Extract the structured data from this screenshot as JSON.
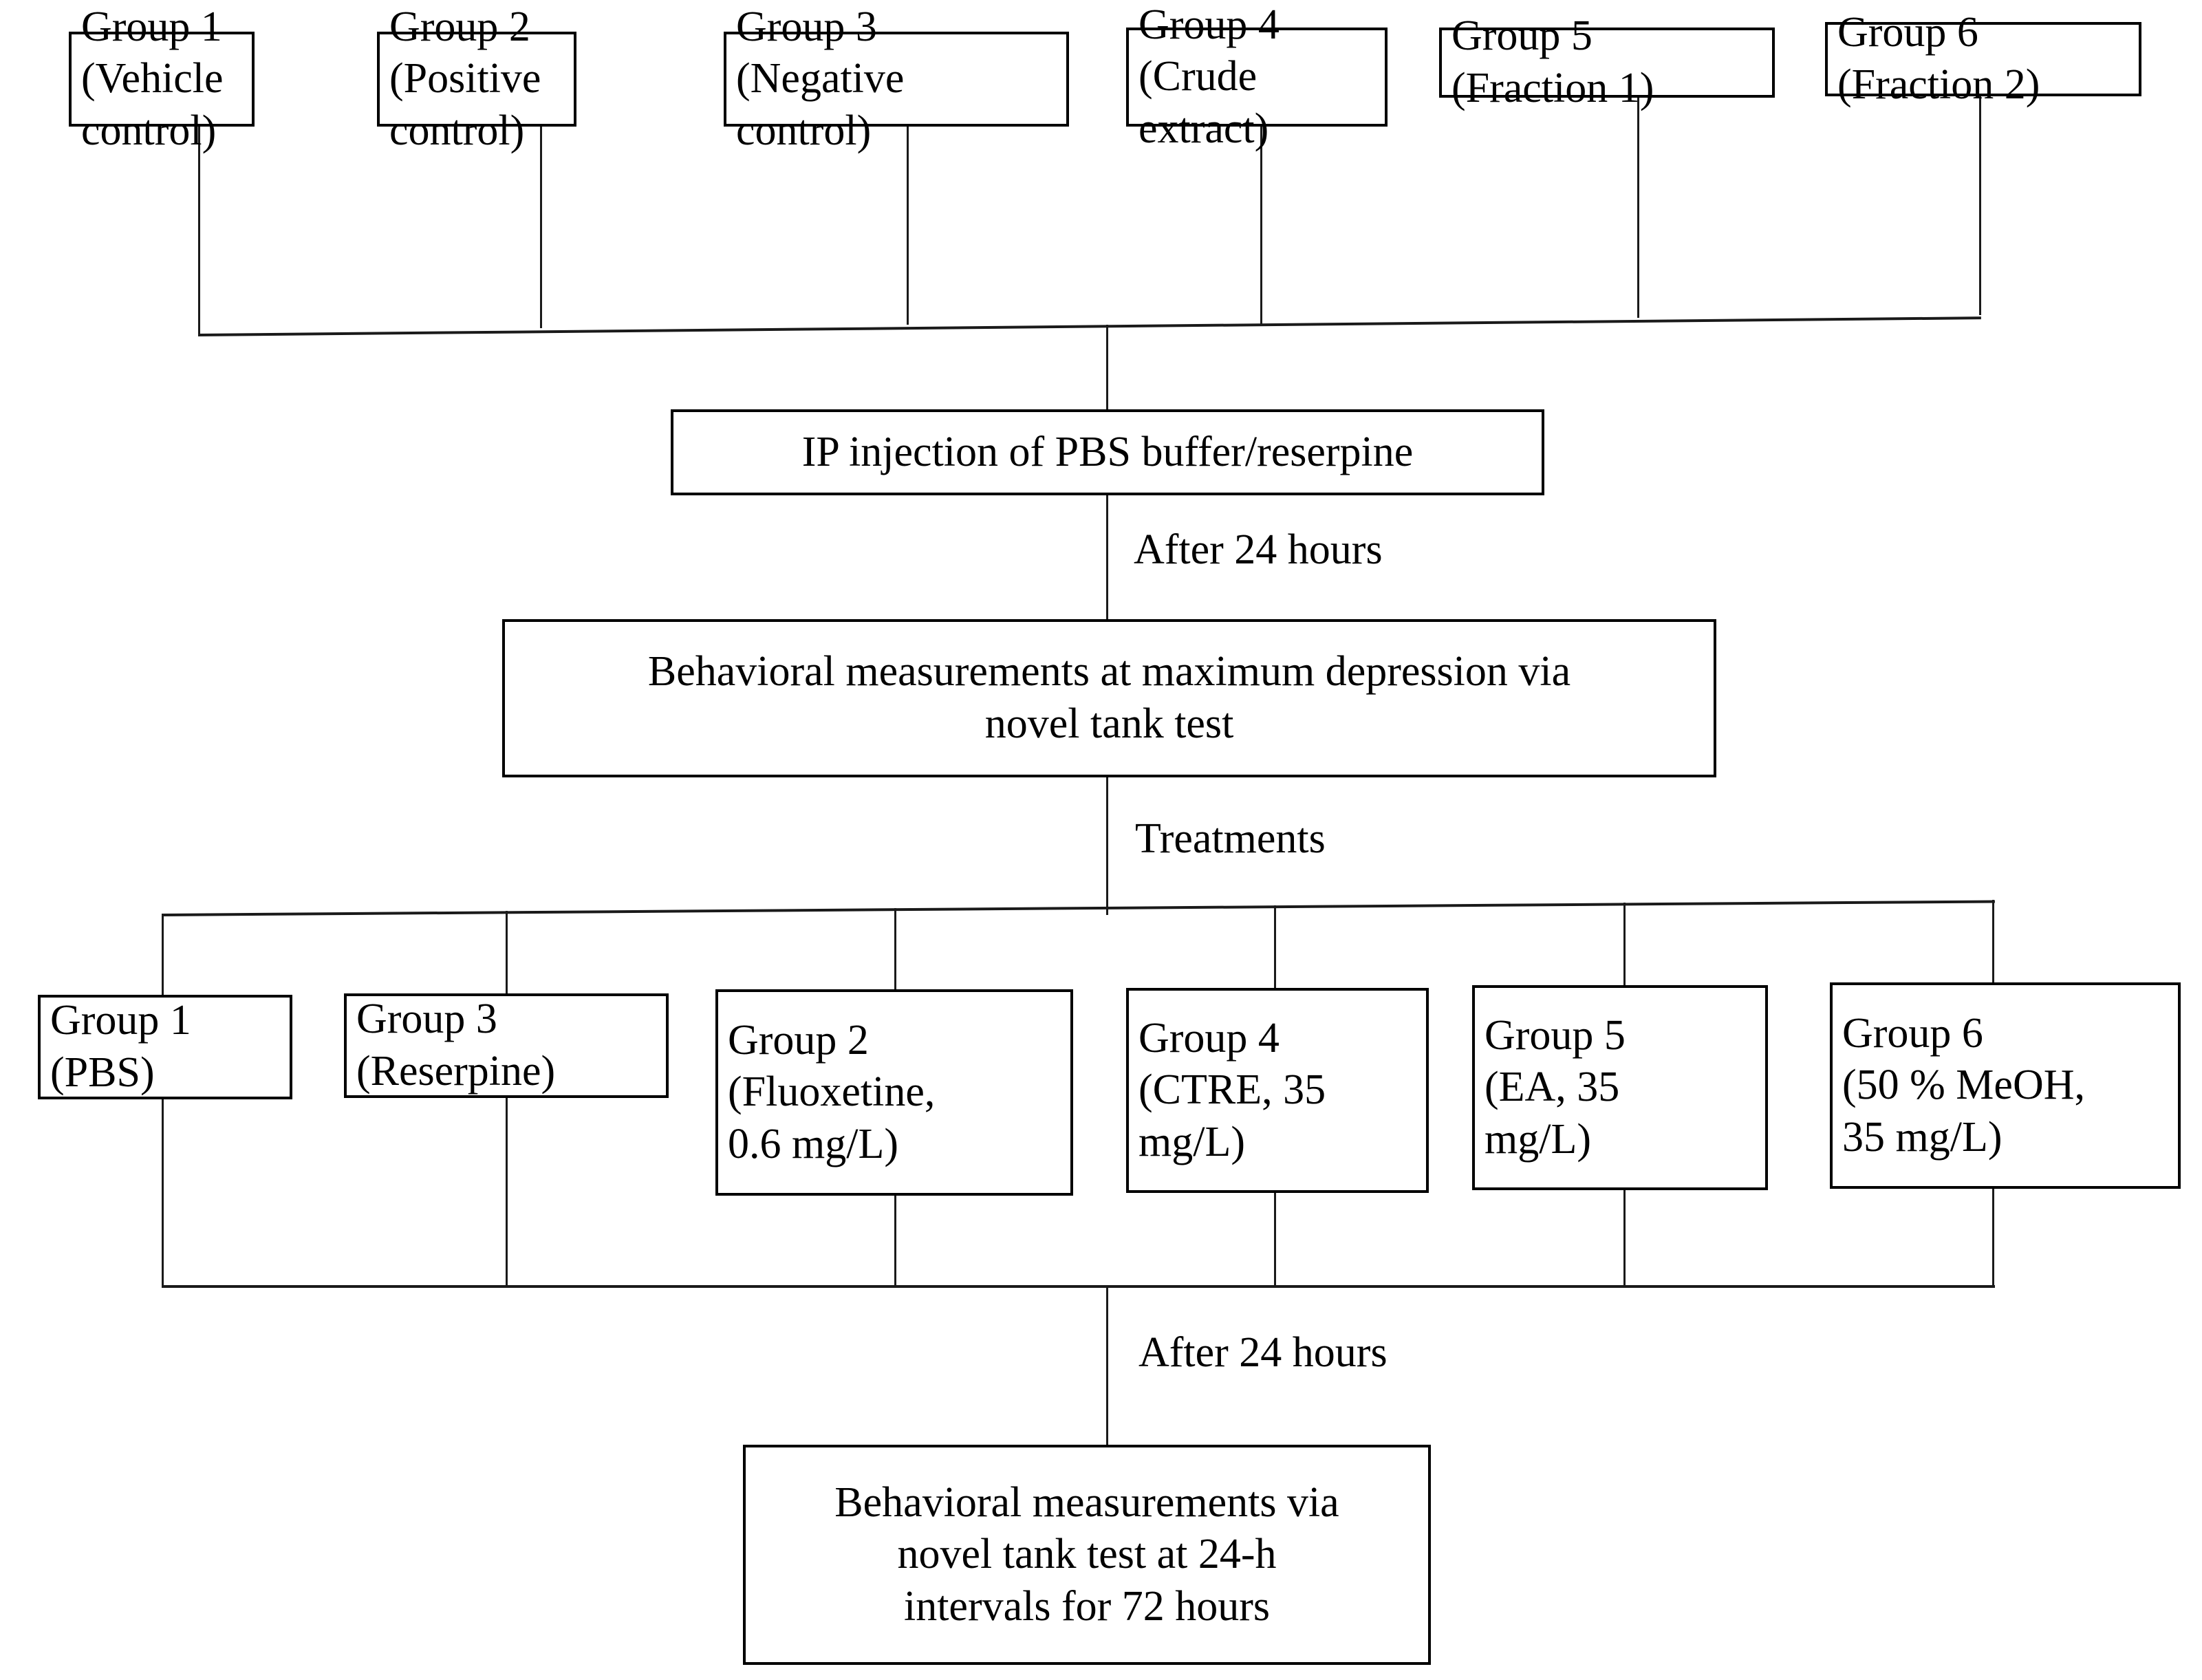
{
  "diagram": {
    "title": "Zebrafish reserpine-induced depression experimental design flowchart",
    "stroke_color": "#000000",
    "background_color": "#ffffff"
  },
  "top_groups": [
    {
      "id": "g1",
      "line1": "Group 1",
      "line2": "(Vehicle",
      "line3": "control)",
      "text": "Group 1\n(Vehicle\ncontrol)"
    },
    {
      "id": "g2",
      "line1": "Group 2",
      "line2": "(Positive",
      "line3": "control)",
      "text": "Group 2\n(Positive\ncontrol)"
    },
    {
      "id": "g3",
      "line1": "Group 3",
      "line2": "(Negative",
      "line3": "control)",
      "text": "Group 3\n(Negative\ncontrol)"
    },
    {
      "id": "g4",
      "line1": "Group 4",
      "line2": "(Crude",
      "line3": "extract)",
      "text": "Group 4\n(Crude\nextract)"
    },
    {
      "id": "g5",
      "line1": "Group 5",
      "line2": "(Fraction 1)",
      "line3": "",
      "text": "Group 5\n(Fraction 1)"
    },
    {
      "id": "g6",
      "line1": "Group 6",
      "line2": "(Fraction 2)",
      "line3": "",
      "text": "Group 6\n(Fraction 2)"
    }
  ],
  "steps": {
    "injection": "IP injection of PBS buffer/reserpine",
    "baseline_measurement": "Behavioral measurements at maximum depression via\nnovel tank test",
    "final_measurement": "Behavioral measurements via\nnovel tank test at 24-h\nintervals for 72 hours"
  },
  "edge_labels": {
    "after_24_hours_top": "After 24 hours",
    "treatments": "Treatments",
    "after_24_hours_bottom": "After 24 hours"
  },
  "treatment_groups": [
    {
      "id": "t1",
      "text": "Group 1\n(PBS)"
    },
    {
      "id": "t3",
      "text": "Group 3\n(Reserpine)"
    },
    {
      "id": "t2",
      "text": "Group 2\n(Fluoxetine,\n0.6 mg/L)"
    },
    {
      "id": "t4",
      "text": "Group 4\n(CTRE, 35\nmg/L)"
    },
    {
      "id": "t5",
      "text": "Group 5\n(EA, 35\nmg/L)"
    },
    {
      "id": "t6",
      "text": "Group 6\n(50 % MeOH,\n35 mg/L)"
    }
  ]
}
